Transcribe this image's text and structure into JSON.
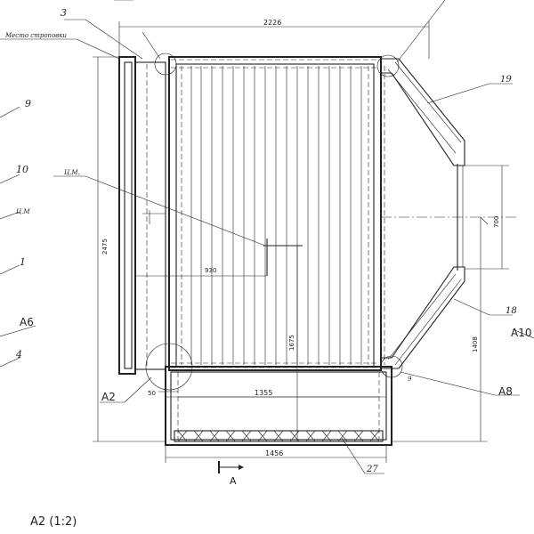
{
  "dimensions": {
    "overall_width": "2226",
    "overall_height": "2475",
    "inner_span": "1355",
    "base_width": "1456",
    "center_height": "1675",
    "right_height": "1408",
    "interior_width": "930",
    "opening": "700",
    "offset": "50"
  },
  "labels": {
    "item_3": "3",
    "item_9": "9",
    "item_10": "10",
    "item_1": "1",
    "item_4": "4",
    "item_19": "19",
    "item_18": "18",
    "item_27": "27",
    "cm_left": "Ц.М",
    "cm_center": "Ц.М.",
    "sling_note": "Место строповки",
    "a6": "А6",
    "a2": "А2",
    "a8": "А8",
    "a10": "А10",
    "small_num": "9",
    "section_a": "А",
    "detail_caption": "А2 (1:2)"
  }
}
